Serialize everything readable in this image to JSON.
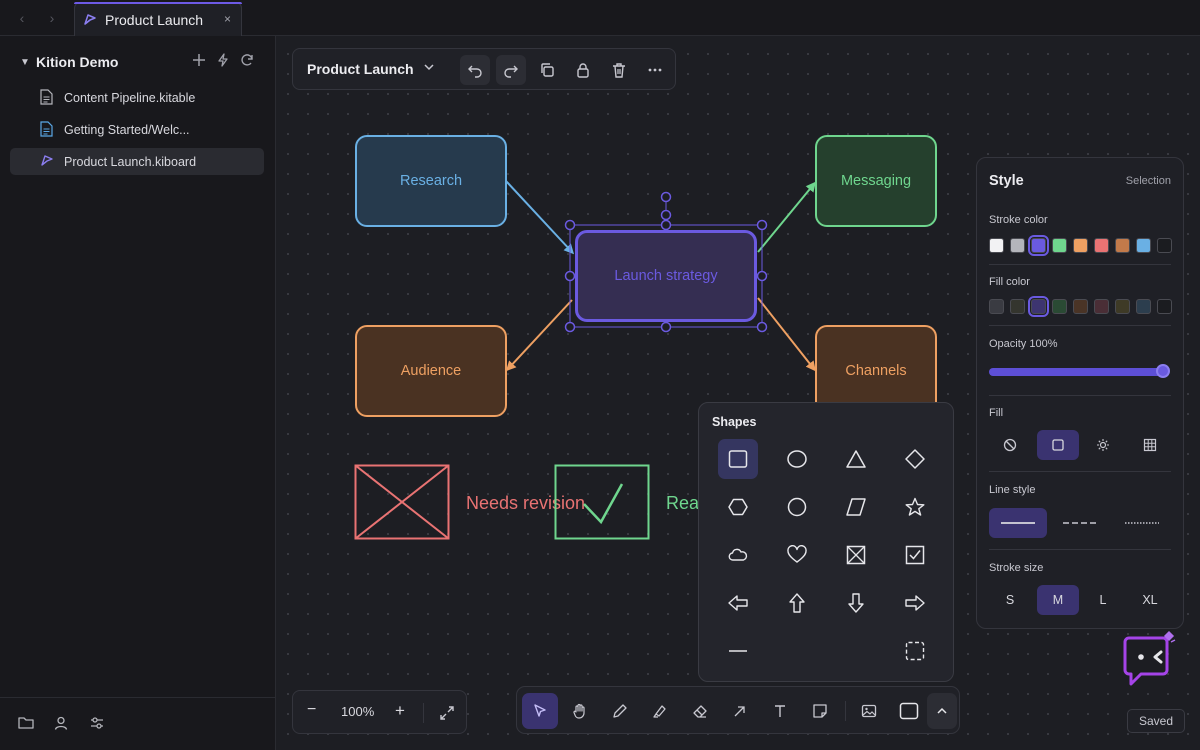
{
  "tab": {
    "label": "Product Launch",
    "close": "×"
  },
  "sidebar": {
    "workspace": "Kition Demo",
    "files": [
      {
        "label": "Content Pipeline.kitable",
        "icon": "document-icon"
      },
      {
        "label": "Getting Started/Welc...",
        "icon": "document-icon"
      },
      {
        "label": "Product Launch.kiboard",
        "icon": "board-icon"
      }
    ]
  },
  "board_toolbar": {
    "title": "Product Launch"
  },
  "canvas": {
    "nodes": [
      {
        "label": "Research",
        "color": "#6ab0e4"
      },
      {
        "label": "Launch strategy",
        "color": "#6b5ae0"
      },
      {
        "label": "Messaging",
        "color": "#6fd68e"
      },
      {
        "label": "Audience",
        "color": "#eea062"
      },
      {
        "label": "Channels",
        "color": "#eea062"
      }
    ],
    "labels": {
      "needs_revision": "Needs revision",
      "ready": "Rea"
    }
  },
  "style_panel": {
    "title": "Style",
    "subtitle": "Selection",
    "stroke_color": "Stroke color",
    "stroke_colors": [
      "#f2f2f4",
      "#b4b5bb",
      "#6a5ae0",
      "#6fd68e",
      "#eea062",
      "#e97373",
      "#c27a4a",
      "#6ab0e4",
      "#1b1c20"
    ],
    "fill_color": "Fill color",
    "fill_colors": [
      "#3a3b42",
      "#34352e",
      "#3d3570",
      "#2a4a34",
      "#4a3426",
      "#4a2e36",
      "#3e3a26",
      "#2c3e4e",
      "#1b1c20"
    ],
    "opacity": "Opacity 100%",
    "opacity_value": 1.0,
    "fill": "Fill",
    "line_style": "Line style",
    "stroke_size": "Stroke size",
    "sizes": [
      "S",
      "M",
      "L",
      "XL"
    ]
  },
  "shapes_popover": {
    "title": "Shapes"
  },
  "zoom": {
    "value": "100%",
    "minus": "−",
    "plus": "+"
  },
  "status": {
    "saved": "Saved"
  }
}
